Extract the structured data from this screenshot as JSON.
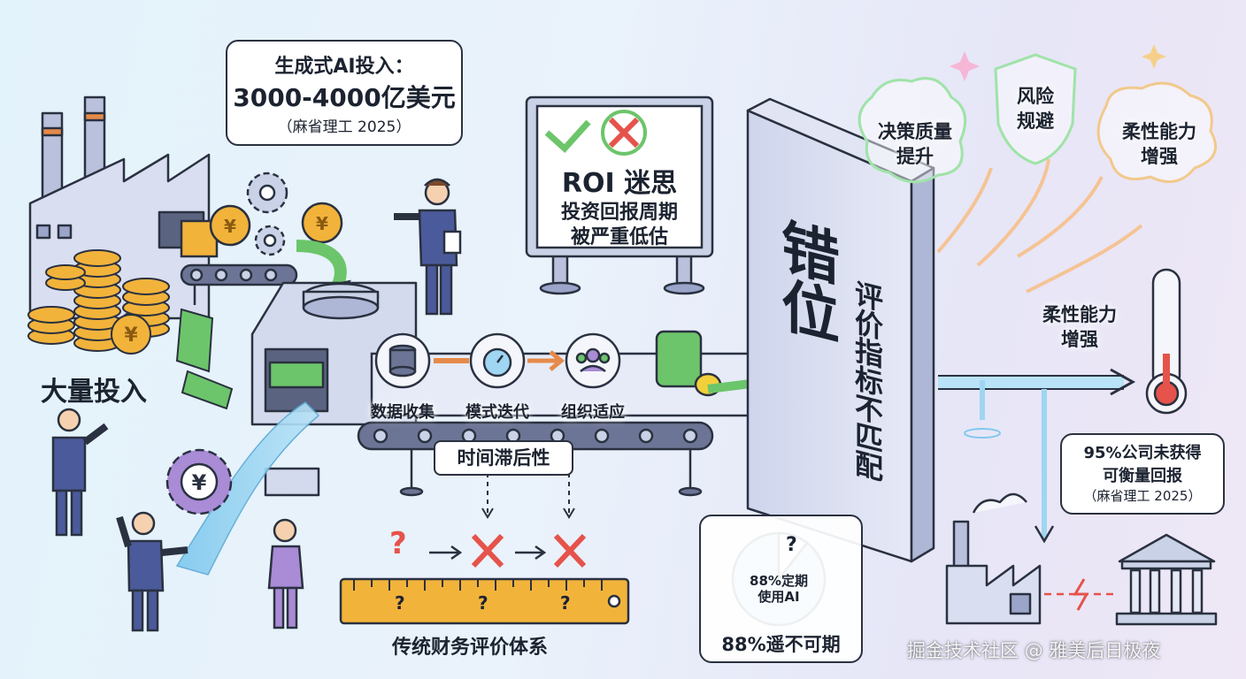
{
  "colors": {
    "ink": "#2a3140",
    "coin": "#f2b33b",
    "green": "#6cc56a",
    "red": "#e5534b",
    "blue": "#9fd6f2",
    "steel": "#c9d2e6",
    "factory": "#d9def0"
  },
  "left": {
    "title": "大量投入"
  },
  "investment_bubble": {
    "line1": "生成式AI投入：",
    "line2": "3000-4000亿美元",
    "line3": "（麻省理工 2025）"
  },
  "roi_board": {
    "title": "ROI 迷思",
    "line1": "投资回报周期",
    "line2": "被严重低估"
  },
  "process": {
    "step1": "数据收集",
    "step2": "模式迭代",
    "step3": "组织适应",
    "lag": "时间滞后性"
  },
  "traditional": {
    "caption": "传统财务评价体系",
    "marks": [
      "?",
      "?",
      "?"
    ],
    "question": "?"
  },
  "wall": {
    "title": "错位",
    "subtitle": "评价指标不匹配"
  },
  "benefits": {
    "b1": "决策质量\n提升",
    "b2": "风险\n规避",
    "b3": "柔性能力\n增强",
    "side": "柔性能力\n增强"
  },
  "pie": {
    "percent_label": "88%定期\n使用AI",
    "caption": "88%遥不可期",
    "question": "?"
  },
  "return_bubble": {
    "line1": "95%公司未获得",
    "line2": "可衡量回报",
    "line3": "（麻省理工 2025）"
  },
  "watermark": "掘金技术社区 @ 雅美后日极夜",
  "icons": [
    "coin-stack-icon",
    "factory-icon",
    "gear-icon",
    "database-icon",
    "stopwatch-icon",
    "team-icon",
    "check-icon",
    "cross-icon",
    "shield-icon",
    "thermometer-icon",
    "bank-icon",
    "ruler-icon"
  ]
}
